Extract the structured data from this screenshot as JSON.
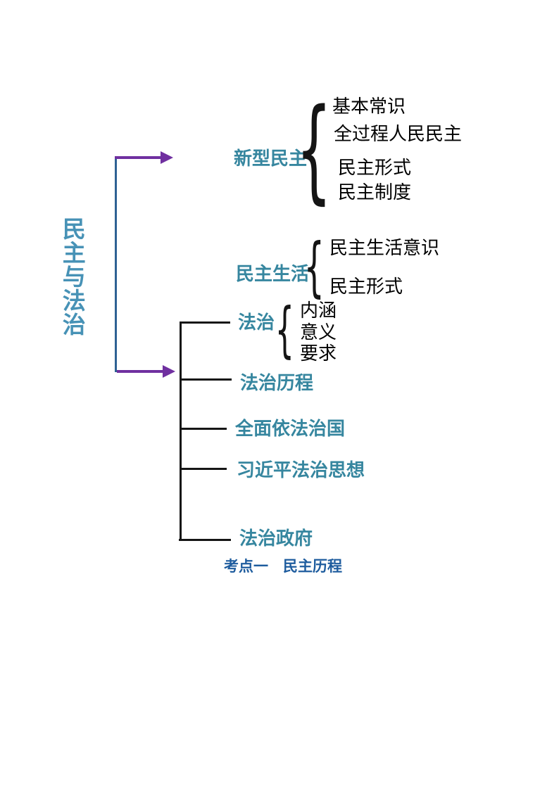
{
  "page": {
    "background": "#ffffff"
  },
  "colors": {
    "root_title_teal": "#4792b6",
    "node_label_teal": "#36869f",
    "trunk_line_blue": "#2e6193",
    "arrow_purple": "#7030a0",
    "tree_line_black": "#151515",
    "leaf_item_black": "#000000",
    "caption_blue": "#1e5c9e"
  },
  "root": {
    "title": "民主与法治"
  },
  "branches": [
    {
      "label": "新型民主",
      "children": [
        "基本常识",
        "全过程人民民主",
        "民主形式",
        "民主制度"
      ]
    },
    {
      "label": "民主生活",
      "children": [
        "民主生活意识",
        "民主形式"
      ]
    },
    {
      "label": "法治",
      "children": [
        "内涵",
        "意义",
        "要求"
      ]
    },
    {
      "label": "法治历程",
      "children": []
    },
    {
      "label": "全面依法治国",
      "children": []
    },
    {
      "label": "习近平法治思想",
      "children": []
    },
    {
      "label": "法治政府",
      "children": []
    }
  ],
  "caption": {
    "text": "考点一　民主历程"
  }
}
